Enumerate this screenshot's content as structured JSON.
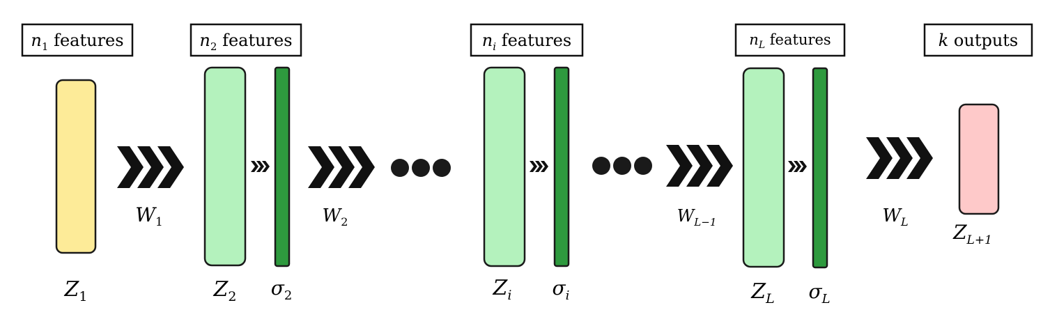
{
  "colors": {
    "input": "#fdeb98",
    "hidden": "#b4f2bd",
    "activation": "#2e9a3e",
    "output": "#fec9c9",
    "stroke": "#1a1a1a"
  },
  "feature_labels": {
    "n1": {
      "var": "n",
      "sub": "1",
      "text": " features"
    },
    "n2": {
      "var": "n",
      "sub": "2",
      "text": " features"
    },
    "ni": {
      "var": "n",
      "sub": "i",
      "text": " features"
    },
    "nL": {
      "var": "n",
      "sub": "L",
      "text": " features"
    },
    "k": {
      "var": "k",
      "text": " outputs"
    }
  },
  "layer_labels": {
    "Z1": {
      "var": "Z",
      "sub": "1"
    },
    "Z2": {
      "var": "Z",
      "sub": "2"
    },
    "Zi": {
      "var": "Z",
      "sub": "i"
    },
    "ZL": {
      "var": "Z",
      "sub": "L"
    },
    "ZL1": {
      "var": "Z",
      "sub": "L+1"
    }
  },
  "activation_labels": {
    "s2": {
      "var": "σ",
      "sub": "2"
    },
    "si": {
      "var": "σ",
      "sub": "i"
    },
    "sL": {
      "var": "σ",
      "sub": "L"
    }
  },
  "weight_labels": {
    "W1": {
      "var": "W",
      "sub": "1"
    },
    "W2": {
      "var": "W",
      "sub": "2"
    },
    "WL1": {
      "var": "W",
      "sub": "L−1"
    },
    "WL": {
      "var": "W",
      "sub": "L"
    }
  },
  "icons": [
    "chevron-arrow-icon",
    "ellipsis-dots-icon"
  ]
}
